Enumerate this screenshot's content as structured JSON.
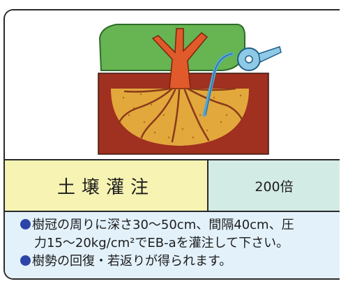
{
  "method": {
    "label": "土壌灌注",
    "dilution": "200倍"
  },
  "notes": {
    "line1": "樹冠の周りに深さ30～50cm、間隔40cm、圧",
    "line2": "力15～20kg/cm²でEB-aを灌注して下さい。",
    "line3": "樹勢の回復・若返りが得られます。"
  },
  "colors": {
    "label_bg": "#f6f3b3",
    "value_bg": "#d3ebe5",
    "notes_bg": "#e3f1fb",
    "bullet": "#2d45a8",
    "foliage": "#66b552",
    "trunk": "#e05a2b",
    "soil": "#a0301f",
    "treated_soil": "#e2a83c",
    "injector": "#57a7d3"
  },
  "icons": {
    "bullet": "blue-circle-bullet",
    "illustration": "tree-soil-injection-illustration"
  }
}
